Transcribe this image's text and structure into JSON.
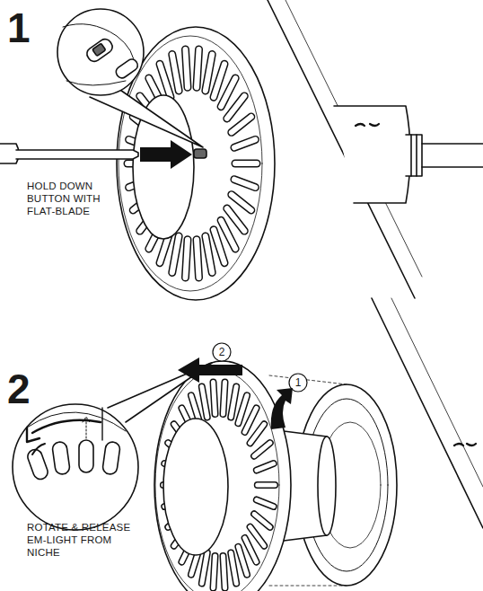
{
  "diagram": {
    "labels": [
      "1",
      "HOLD DOWN BUTTON WITH FLAT-BLADE",
      "2",
      "2",
      "1",
      "ROTATE & RELEASE EM-LIGHT FROM NICHE"
    ]
  }
}
